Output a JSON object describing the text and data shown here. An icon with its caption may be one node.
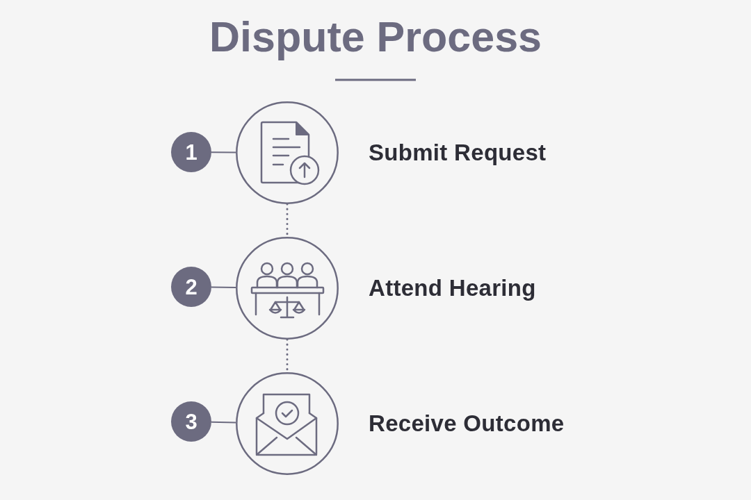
{
  "diagram": {
    "title": "Dispute Process",
    "nodes": [
      {
        "text": [
          "1"
        ]
      },
      {
        "text": [],
        "shape": "circle",
        "beside": [
          "Submit Request"
        ]
      },
      {
        "text": [
          "2"
        ]
      },
      {
        "text": [],
        "shape": "circle",
        "beside": [
          "Attend Hearing"
        ]
      },
      {
        "text": [
          "3"
        ]
      },
      {
        "text": [],
        "shape": "circle",
        "beside": [
          "Receive Outcome"
        ]
      }
    ],
    "edges": [
      {
        "from": 0,
        "to": 1,
        "arrow": "none"
      },
      {
        "from": 1,
        "to": 3,
        "arrow": "none",
        "style": "dashed"
      },
      {
        "from": 2,
        "to": 3,
        "arrow": "none"
      },
      {
        "from": 3,
        "to": 5,
        "arrow": "none",
        "style": "dashed"
      },
      {
        "from": 4,
        "to": 5,
        "arrow": "none"
      }
    ]
  }
}
